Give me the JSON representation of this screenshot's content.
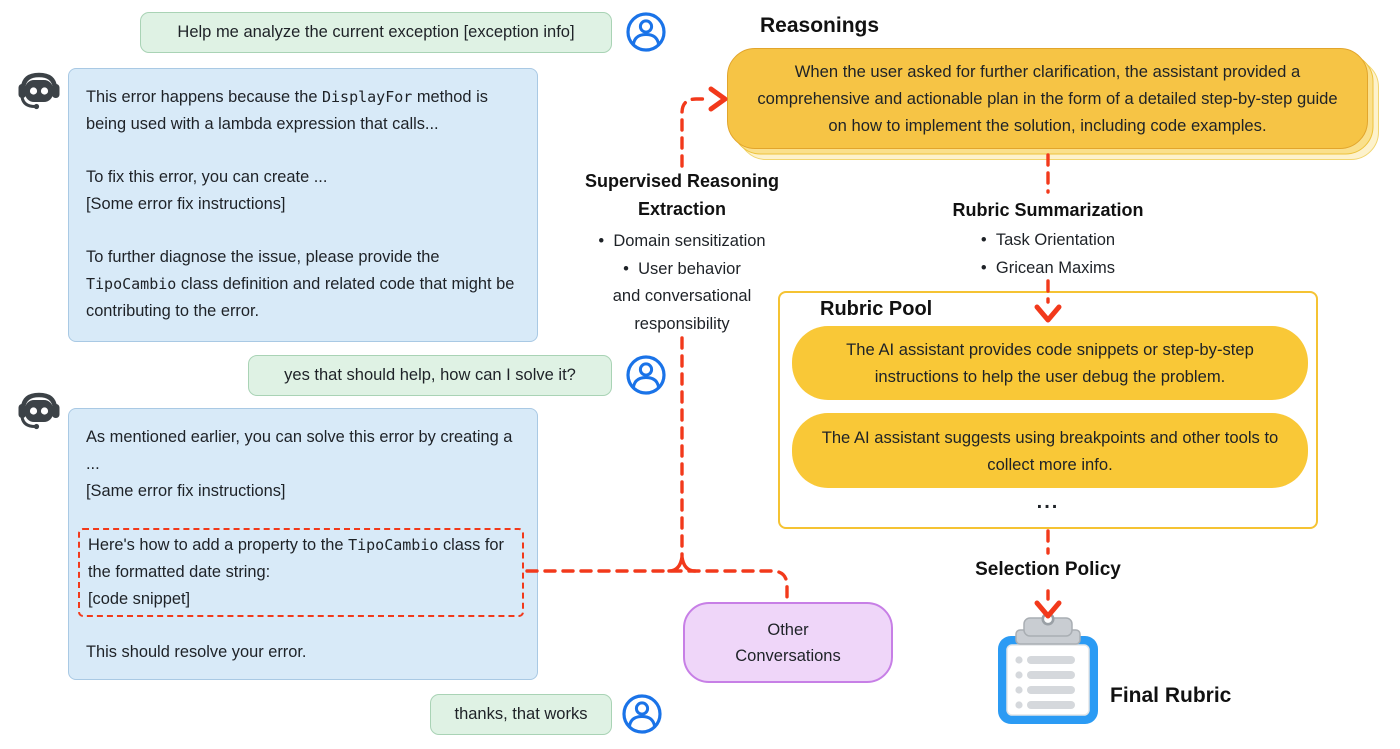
{
  "colors": {
    "accent_red": "#F2391B",
    "user_bubble": "#DFF2E4",
    "user_border": "#A9D3B5",
    "asst_bubble": "#D8EAF8",
    "asst_border": "#A9C9E4",
    "card_yellow": "#F6C445",
    "pill_yellow": "#F9C837",
    "pool_border": "#F5C333",
    "purple_fill": "#EFD6F9",
    "purple_border": "#C77FE6",
    "clip_blue": "#2B9BF4",
    "icon_blue": "#1A73E8",
    "robot_dark": "#3C4247"
  },
  "icons": {
    "user": "person-circle-icon",
    "assistant": "robot-icon",
    "final": "clipboard-icon"
  },
  "conversation": {
    "user_msg_1": "Help me analyze the current exception [exception info]",
    "assistant_msg_1": {
      "p1_pre": "This error happens because the ",
      "p1_code": "DisplayFor",
      "p1_post": " method is being used with a lambda expression that calls...",
      "p2_line1": "To fix this error, you can create ...",
      "p2_line2": "[Some error fix instructions]",
      "p3_pre": "To further diagnose the issue, please provide the ",
      "p3_code": "TipoCambio",
      "p3_post": " class definition and related code that might be contributing to the error."
    },
    "user_msg_2": "yes that should help, how can I solve it?",
    "assistant_msg_2": {
      "p1_line1": "As mentioned earlier, you can solve this error by creating a ...",
      "p1_line2": "[Same error fix instructions]",
      "highlight_pre": "Here's how to add a property to the ",
      "highlight_code": "TipoCambio",
      "highlight_post": " class for the formatted date string:",
      "highlight_line2": "[code snippet]",
      "p3": "This should resolve your error."
    },
    "user_msg_3": "thanks, that works"
  },
  "pipeline": {
    "reasonings_title": "Reasonings",
    "reasoning_card": "When the user asked for further clarification, the assistant provided a comprehensive and actionable plan in the form of a detailed step-by-step guide on how to implement the solution, including code examples.",
    "sre_title_line1": "Supervised Reasoning",
    "sre_title_line2": "Extraction",
    "sre_bullet_1": "Domain sensitization",
    "sre_bullet_2_line1": "User behavior",
    "sre_bullet_2_line2": "and conversational",
    "sre_bullet_2_line3": "responsibility",
    "rs_title": "Rubric Summarization",
    "rs_bullet_1": "Task Orientation",
    "rs_bullet_2": "Gricean Maxims",
    "pool_title": "Rubric Pool",
    "pool_item_1": "The AI assistant provides code snippets or step-by-step instructions to help the user debug the problem.",
    "pool_item_2": "The AI assistant suggests using breakpoints and other tools to collect more info.",
    "pool_ellipsis": "...",
    "selection_policy": "Selection Policy",
    "other_conversations_line1": "Other",
    "other_conversations_line2": "Conversations",
    "final_rubric": "Final Rubric"
  }
}
